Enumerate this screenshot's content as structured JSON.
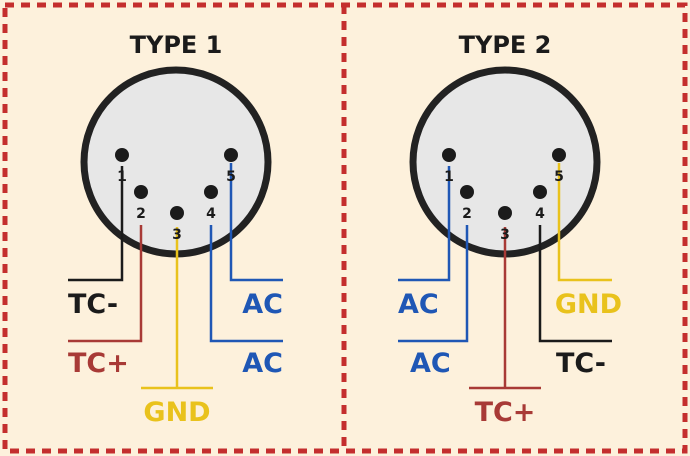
{
  "colors": {
    "background": "#fdf1dc",
    "border": "#c42e2e",
    "connector_fill": "#e7e7e7",
    "connector_ring": "#222222",
    "black": "#1b1b1b",
    "red": "#a83a36",
    "yellow": "#e9c21c",
    "blue": "#1f57b5"
  },
  "panels": [
    {
      "title": "TYPE 1",
      "pins": [
        {
          "number": "1",
          "label": "TC-",
          "color": "black"
        },
        {
          "number": "2",
          "label": "TC+",
          "color": "red"
        },
        {
          "number": "3",
          "label": "GND",
          "color": "yellow"
        },
        {
          "number": "4",
          "label": "AC",
          "color": "blue"
        },
        {
          "number": "5",
          "label": "AC",
          "color": "blue"
        }
      ]
    },
    {
      "title": "TYPE 2",
      "pins": [
        {
          "number": "1",
          "label": "AC",
          "color": "blue"
        },
        {
          "number": "2",
          "label": "AC",
          "color": "blue"
        },
        {
          "number": "3",
          "label": "TC+",
          "color": "red"
        },
        {
          "number": "4",
          "label": "TC-",
          "color": "black"
        },
        {
          "number": "5",
          "label": "GND",
          "color": "yellow"
        }
      ]
    }
  ]
}
